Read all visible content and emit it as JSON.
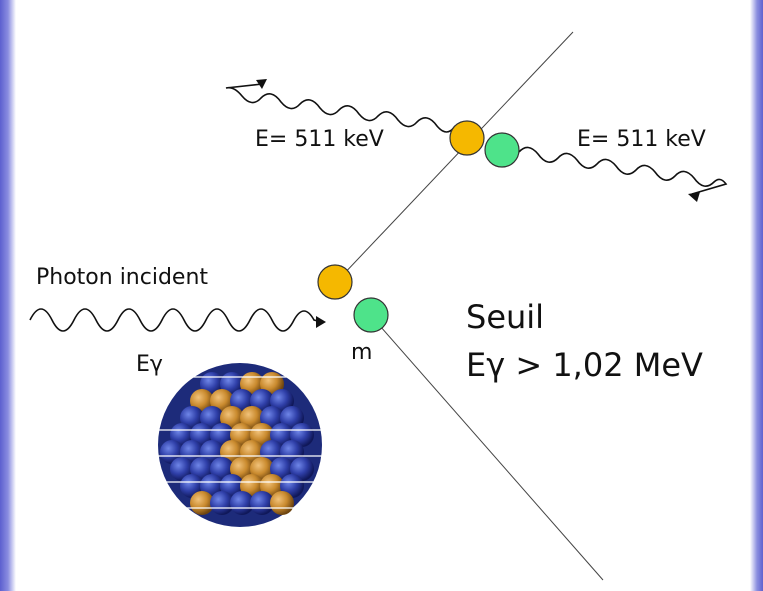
{
  "labels": {
    "energy_left": "E= 511 keV",
    "energy_right": "E= 511 keV",
    "incident": "Photon incident",
    "e_gamma": "Eγ",
    "particle_m": "m",
    "threshold_title": "Seuil",
    "threshold_value": "Eγ  > 1,02 MeV"
  },
  "colors": {
    "positron": "#f5b800",
    "electron": "#4ee38a",
    "nucleus_blue": "#2f3fa8",
    "nucleus_orange": "#c98a2e",
    "border": "#6d6fd0"
  },
  "icons": {
    "nucleus": "nucleus-icon",
    "photon": "wavy-arrow-icon"
  }
}
